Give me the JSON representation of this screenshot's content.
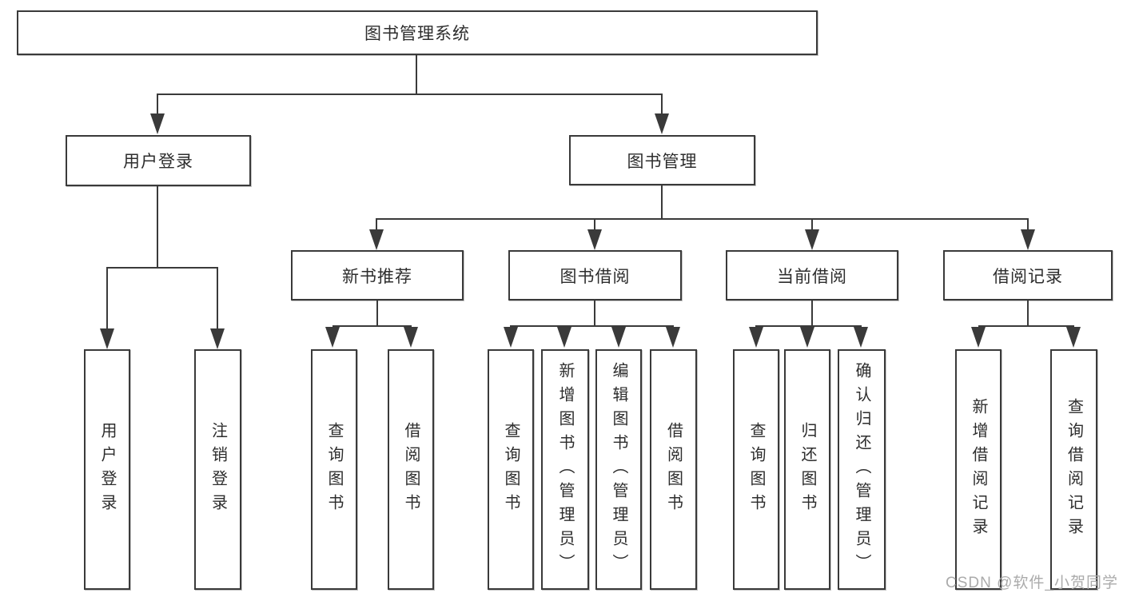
{
  "diagram": {
    "title_node": "图书管理系统",
    "nodes": {
      "root": "图书管理系统",
      "user_login": "用户登录",
      "book_mgmt": "图书管理",
      "new_book_rec": "新书推荐",
      "book_borrow": "图书借阅",
      "current_borrow": "当前借阅",
      "borrow_record": "借阅记录",
      "leaf_user_login": "用户登录",
      "leaf_logout": "注销登录",
      "leaf_rec_query": "查询图书",
      "leaf_rec_borrow": "借阅图书",
      "leaf_bb_query": "查询图书",
      "leaf_bb_add": "新增图书（管理员）",
      "leaf_bb_edit": "编辑图书（管理员）",
      "leaf_bb_borrow": "借阅图书",
      "leaf_cb_query": "查询图书",
      "leaf_cb_return": "归还图书",
      "leaf_cb_confirm": "确认归还（管理员）",
      "leaf_br_add": "新增借阅记录",
      "leaf_br_query": "查询借阅记录"
    },
    "watermark": "CSDN @软件_小贺同学",
    "colors": {
      "line": "#3a3a3a",
      "text": "#2d2d2d",
      "watermark": "#ababab",
      "background": "#ffffff"
    }
  }
}
